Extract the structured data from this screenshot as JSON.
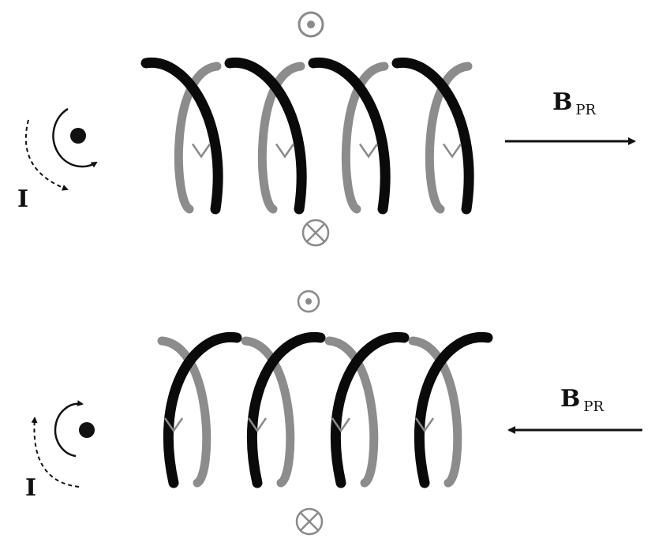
{
  "figure": {
    "top_panel": {
      "field_label_main": "B",
      "field_label_sub": "PR",
      "current_label": "I",
      "field_direction": "right",
      "coil_turns": 4
    },
    "bottom_panel": {
      "field_label_main": "B",
      "field_label_sub": "PR",
      "current_label": "I",
      "field_direction": "left",
      "coil_turns": 4
    }
  },
  "colors": {
    "front_wire": "#0a0a0a",
    "back_wire": "#8c8c8c",
    "symbol_gray": "#8a8a8a",
    "ink": "#111111"
  }
}
